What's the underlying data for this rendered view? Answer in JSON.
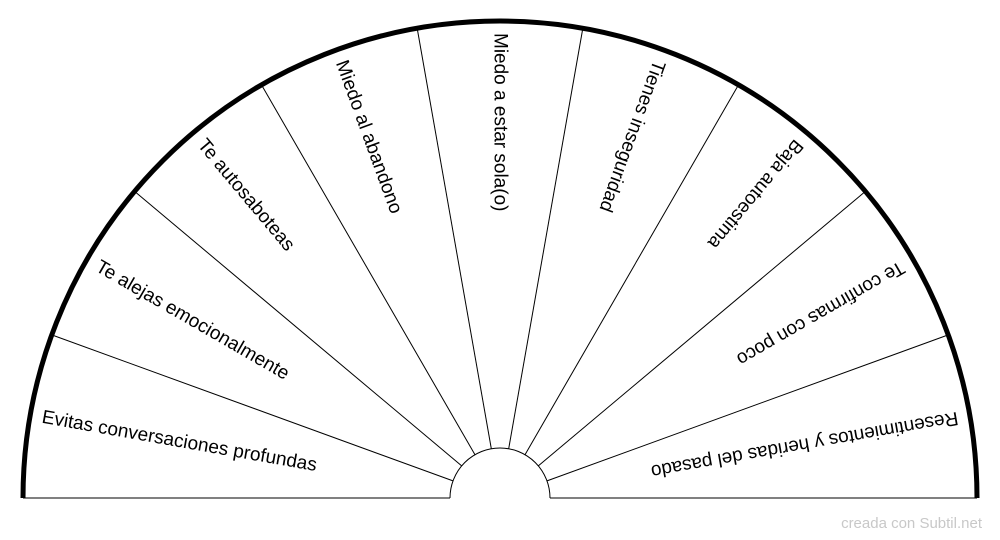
{
  "segments": [
    "Evitas conversaciones profundas",
    "Te alejas emocionalmente",
    "Te autosaboteas",
    "Miedo al abandono",
    "Miedo a estar sola(o)",
    "Tienes inseguridad",
    "Baja autoestima",
    "Te confirmas con poco",
    "Resentimientos y heridas del pasado"
  ],
  "footer": {
    "credit": "creada con Subtil.net"
  },
  "colors": {
    "line": "#000000",
    "background": "#ffffff",
    "footer": "#c8c8c8"
  }
}
